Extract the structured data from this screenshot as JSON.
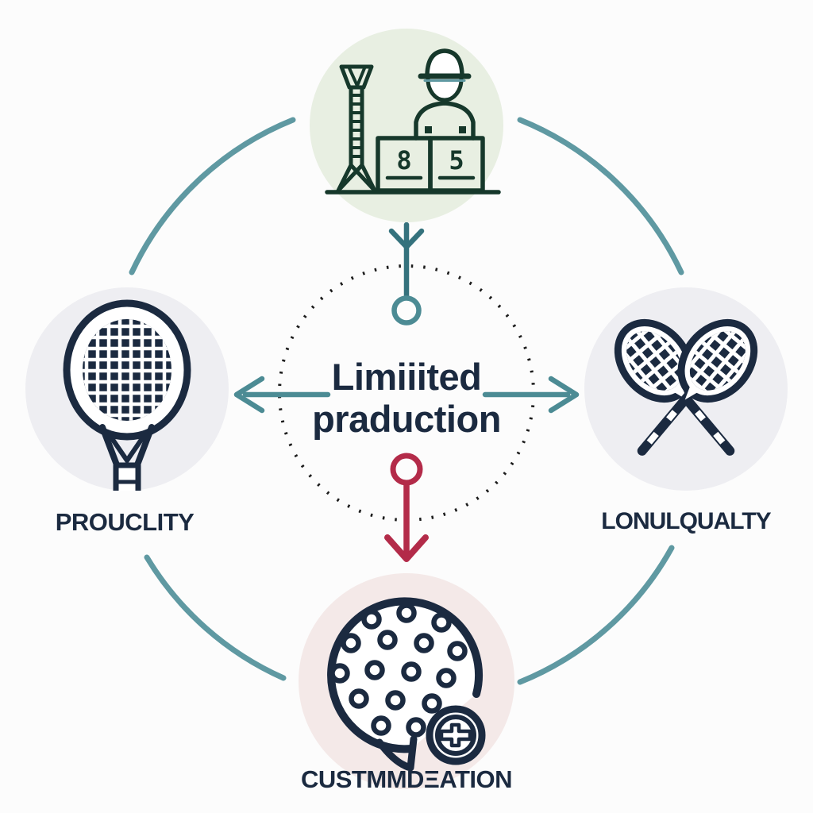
{
  "diagram": {
    "center": {
      "line1": "Limiiited",
      "line2": "praduction"
    },
    "nodes": {
      "top": {
        "icon": "craftsman-workshop-icon",
        "box_glyphs": [
          "8",
          "5"
        ]
      },
      "left": {
        "label": "PROUCLITY",
        "icon": "tennis-racket-icon"
      },
      "right": {
        "label": "LONULQUALTY",
        "icon": "crossed-rackets-icon"
      },
      "bottom": {
        "label": "CUSTMMDΞATION",
        "icon": "customization-plus-icon"
      }
    },
    "connectors": {
      "ring_arcs": 4,
      "top_arrow_direction": "down-into-center",
      "bottom_arrow_direction": "down-out-of-center",
      "left_arrow_direction": "left-out-of-center",
      "right_arrow_direction": "right-out-of-center"
    }
  },
  "colors": {
    "bg": "#fcfcfc",
    "navy": "#1b2a40",
    "icon_green": "#16382b",
    "node_green": "#e8efe2",
    "node_gray": "#eeeef2",
    "node_pink": "#f4e9e8",
    "teal_arc": "#5f99a2",
    "teal_arrow": "#4c8b94",
    "teal_arrow_dark": "#35727d",
    "red": "#b32b49",
    "dotted": "#1c1c1c"
  }
}
